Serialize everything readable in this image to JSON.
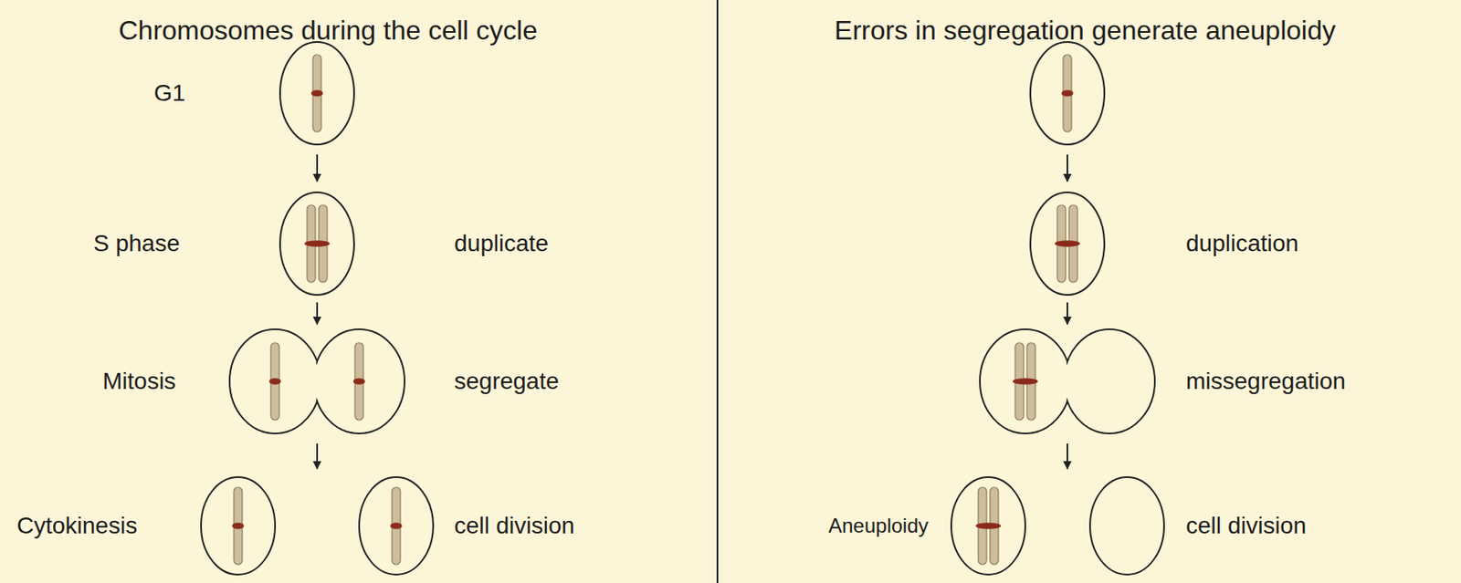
{
  "diagram": {
    "labels": [
      "Chromosomes during the cell cycle",
      "Errors in segregation generate aneuploidy",
      "G1",
      "S phase",
      "duplicate",
      "Mitosis",
      "segregate",
      "Cytokinesis",
      "cell division",
      "duplication",
      "missegregation",
      "Aneuploidy",
      "cell division"
    ]
  }
}
